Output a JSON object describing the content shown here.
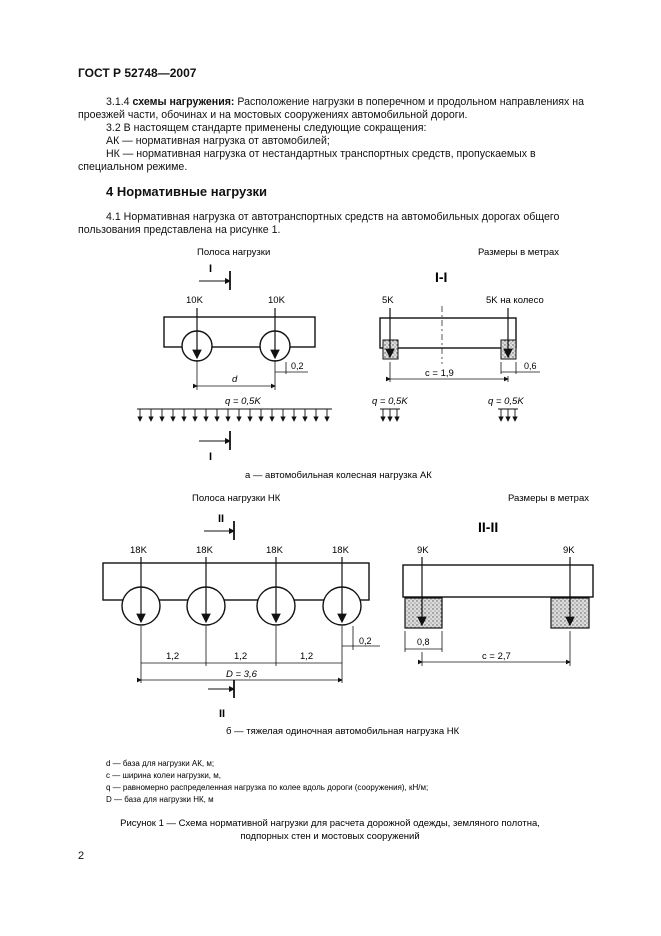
{
  "header": {
    "doc_code": "ГОСТ Р 52748—2007"
  },
  "text": {
    "p314_num": "3.1.4",
    "p314_term": "схемы нагружения:",
    "p314_body": " Расположение нагрузки в поперечном и продольном направлениях на проезжей части, обочинах и на мостовых сооружениях автомобильной дороги.",
    "p32": "3.2  В настоящем стандарте применены следующие сокращения:",
    "ak": "АК — нормативная нагрузка от автомобилей;",
    "nk": "НК — нормативная нагрузка от нестандартных транспортных средств, пропускаемых в специальном режиме.",
    "section4": "4  Нормативные нагрузки",
    "p41": "4.1  Нормативная нагрузка от автотранспортных средств на автомобильных дорогах общего пользования представлена на рисунке 1."
  },
  "figure_a": {
    "lane_label": "Полоса нагрузки",
    "units_label": "Размеры в метрах",
    "section_label": "I-I",
    "section_marker": "I",
    "load_1": "10K",
    "load_2": "10K",
    "load_3": "5K",
    "load_4": "5K на колесо",
    "dim_02": "0,2",
    "dim_d": "d",
    "dim_06": "0,6",
    "dim_c": "c = 1,9",
    "q_main": "q = 0,5K",
    "q_left": "q = 0,5K",
    "q_right": "q = 0,5K",
    "caption": "а — автомобильная колесная нагрузка АК"
  },
  "figure_b": {
    "lane_label": "Полоса нагрузки НК",
    "units_label": "Размеры в метрах",
    "section_label": "II-II",
    "section_marker": "II",
    "loads": [
      "18K",
      "18K",
      "18K",
      "18K"
    ],
    "load_left": "9K",
    "load_right": "9K",
    "dim_12_a": "1,2",
    "dim_12_b": "1,2",
    "dim_12_c": "1,2",
    "dim_02": "0,2",
    "dim_08": "0,8",
    "dim_c": "c = 2,7",
    "dim_D": "D = 3,6",
    "caption": "б — тяжелая одиночная автомобильная нагрузка НК"
  },
  "legend": {
    "d": "d — база для нагрузки АК, м;",
    "c": "c — ширина колеи нагрузки, м,",
    "q": "q — равномерно распределенная нагрузка по колее вдоль дороги (сооружения), кН/м;",
    "D": "D — база для нагрузки НК, м"
  },
  "figure_caption_1": "Рисунок 1 — Схема нормативной нагрузки для расчета дорожной одежды, земляного полотна,",
  "figure_caption_2": "подпорных стен и мостовых сооружений",
  "page_number": "2"
}
